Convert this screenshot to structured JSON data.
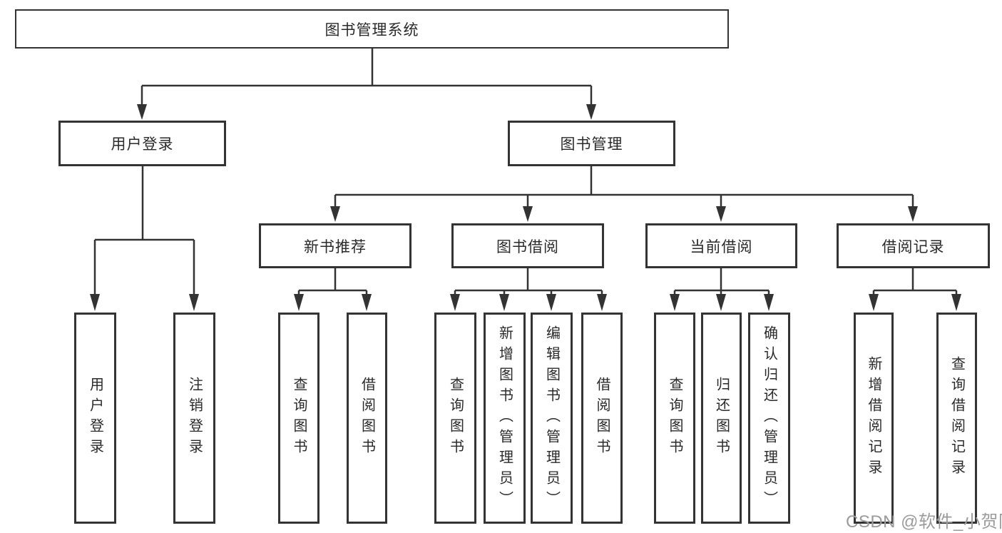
{
  "watermark": {
    "text": "CSDN @软件_小贺同学"
  },
  "colors": {
    "line": "#333333",
    "box_border": "#333333",
    "text": "#2a2a2a",
    "watermark": "#9b9b9b",
    "background": "#ffffff"
  },
  "tree": {
    "root": {
      "label": "图书管理系统"
    },
    "branches": [
      {
        "label": "用户登录",
        "children": [
          {
            "label": "用户登录"
          },
          {
            "label": "注销登录"
          }
        ]
      },
      {
        "label": "图书管理",
        "children": [
          {
            "label": "新书推荐",
            "children": [
              {
                "label": "查询图书"
              },
              {
                "label": "借阅图书"
              }
            ]
          },
          {
            "label": "图书借阅",
            "children": [
              {
                "label": "查询图书"
              },
              {
                "label": "新增图书（管理员）"
              },
              {
                "label": "编辑图书（管理员）"
              },
              {
                "label": "借阅图书"
              }
            ]
          },
          {
            "label": "当前借阅",
            "children": [
              {
                "label": "查询图书"
              },
              {
                "label": "归还图书"
              },
              {
                "label": "确认归还（管理员）"
              }
            ]
          },
          {
            "label": "借阅记录",
            "children": [
              {
                "label": "新增借阅记录"
              },
              {
                "label": "查询借阅记录"
              }
            ]
          }
        ]
      }
    ]
  }
}
